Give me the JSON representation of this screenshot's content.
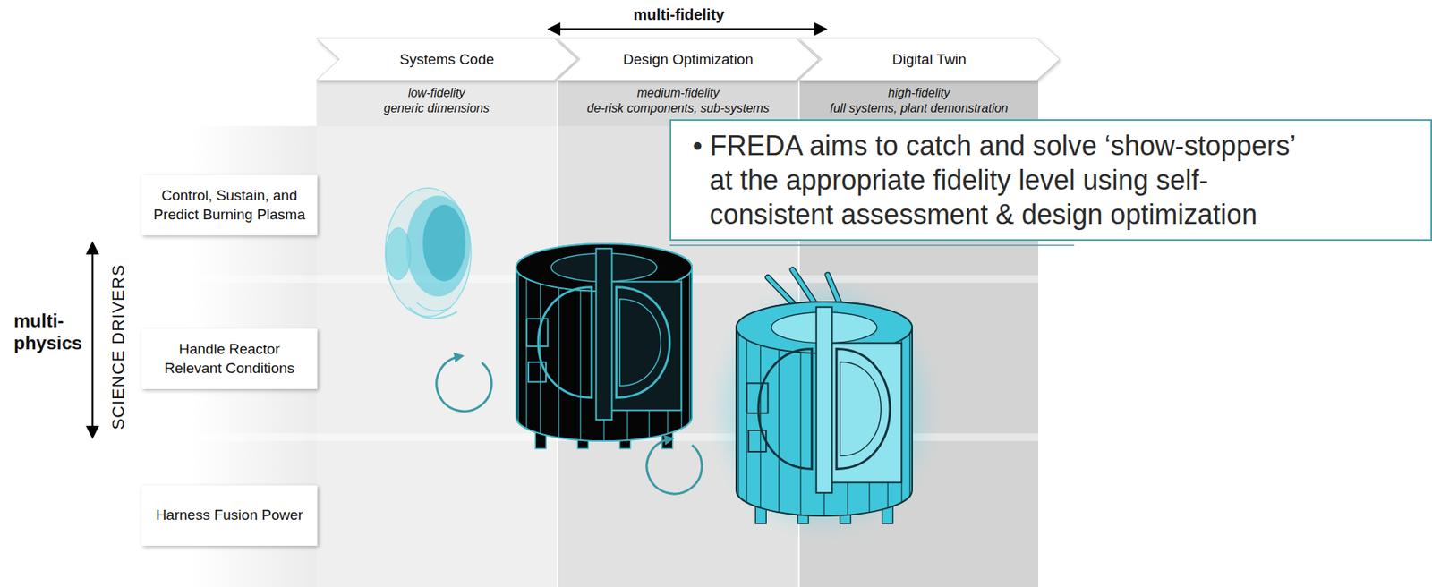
{
  "diagram": {
    "nodes": [
      {
        "text": [
          "Systems Code"
        ]
      },
      {
        "text": [
          "Design Optimization"
        ]
      },
      {
        "text": [
          "Digital Twin"
        ]
      },
      {
        "text": [
          "• FREDA aims to catch and solve ‘show-stoppers’ at the appropriate fidelity level using self-consistent assessment & design optimization"
        ]
      },
      {
        "text": [
          "Control, Sustain, and Predict Burning Plasma"
        ]
      },
      {
        "text": [
          "Handle Reactor Relevant Conditions"
        ]
      },
      {
        "text": [
          "Harness Fusion Power"
        ]
      }
    ],
    "labels": [
      "multi-fidelity",
      "low-fidelity",
      "generic dimensions",
      "medium-fidelity",
      "de-risk components, sub-systems",
      "high-fidelity",
      "full systems, plant demonstration",
      "multi- physics",
      "SCIENCE DRIVERS"
    ]
  }
}
